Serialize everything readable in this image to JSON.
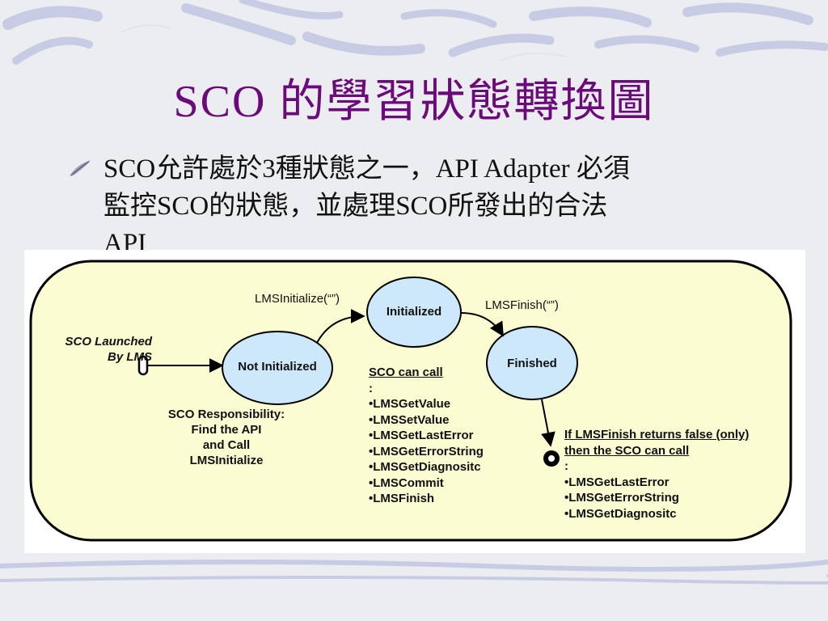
{
  "title": "SCO 的學習狀態轉換圖",
  "bullet": {
    "lines": [
      "SCO允許處於3種狀態之一，API Adapter 必須",
      "監控SCO的狀態，並處理SCO所發出的合法",
      "API"
    ]
  },
  "diagram": {
    "start_label": [
      "SCO Launched",
      "By LMS"
    ],
    "states": {
      "not_initialized": "Not Initialized",
      "initialized": "Initialized",
      "finished": "Finished"
    },
    "transitions": {
      "initialize": "LMSInitialize(“”)",
      "finish": "LMSFinish(“”)"
    },
    "responsibility": [
      "SCO Responsibility:",
      "Find the API",
      "and Call",
      "LMSInitialize"
    ],
    "can_call": {
      "heading": "SCO can call",
      "heading_suffix": ":",
      "items": [
        "•LMSGetValue",
        "•LMSSetValue",
        "•LMSGetLastError",
        "•LMSGetErrorString",
        "•LMSGetDiagnositc",
        "•LMSCommit",
        "•LMSFinish"
      ]
    },
    "finish_false": {
      "line1": "If LMSFinish returns false (only)",
      "line2": "then the SCO can call",
      "line2_suffix": ":",
      "items": [
        "•LMSGetLastError",
        "•LMSGetErrorString",
        "•LMSGetDiagnositc"
      ]
    }
  },
  "colors": {
    "title": "#6b0a7a",
    "panel_fill": "#fcfcd2",
    "state_fill": "#cde8fb"
  }
}
